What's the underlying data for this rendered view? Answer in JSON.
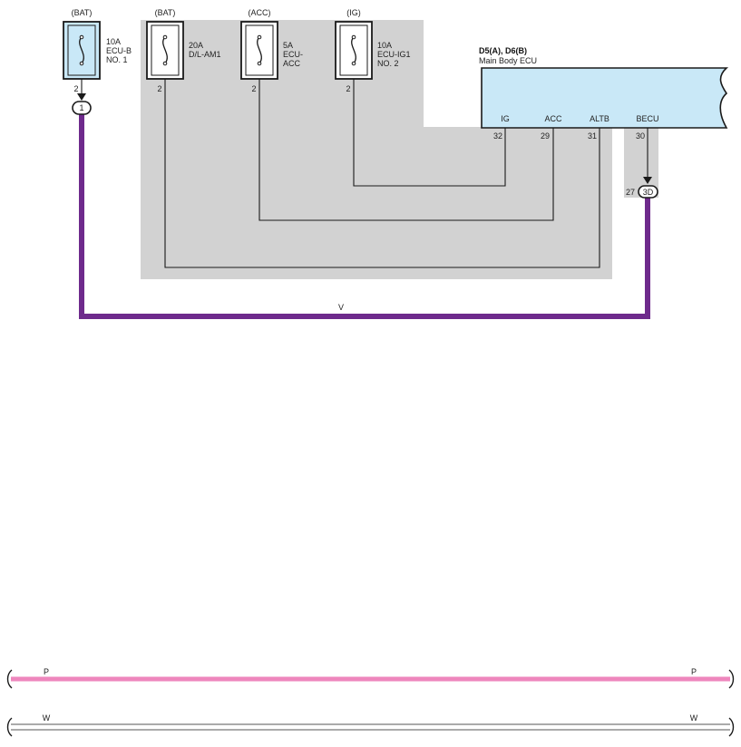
{
  "colors": {
    "shade": "#d2d2d2",
    "component_fill": "#c9e8f7",
    "fuse_fill": "#ffffff",
    "wire_violet": "#6e2a8c",
    "wire_pink": "#ee86bd",
    "line": "#1a1a1a"
  },
  "fuses": [
    {
      "source": "(BAT)",
      "rating": "10A",
      "name_line1": "ECU-B",
      "name_line2": "NO. 1",
      "pin": "2",
      "highlighted": true
    },
    {
      "source": "(BAT)",
      "rating": "20A",
      "name_line1": "D/L-AM1",
      "name_line2": "",
      "pin": "2",
      "highlighted": false
    },
    {
      "source": "(ACC)",
      "rating": "5A",
      "name_line1": "ECU-",
      "name_line2": "ACC",
      "pin": "2",
      "highlighted": false
    },
    {
      "source": "(IG)",
      "rating": "10A",
      "name_line1": "ECU-IG1",
      "name_line2": "NO. 2",
      "pin": "2",
      "highlighted": false
    }
  ],
  "ecu": {
    "connector": "D5(A), D6(B)",
    "name": "Main Body ECU",
    "terminals": [
      {
        "name": "IG",
        "pin": "32"
      },
      {
        "name": "ACC",
        "pin": "29"
      },
      {
        "name": "ALTB",
        "pin": "31"
      },
      {
        "name": "BECU",
        "pin": "30"
      }
    ]
  },
  "junctions": {
    "left": "1",
    "right": "3D",
    "right_pin": "27"
  },
  "wires": {
    "main_color_code": "V",
    "bottom_pink_left": "P",
    "bottom_pink_right": "P",
    "bottom_white_left": "W",
    "bottom_white_right": "W"
  }
}
